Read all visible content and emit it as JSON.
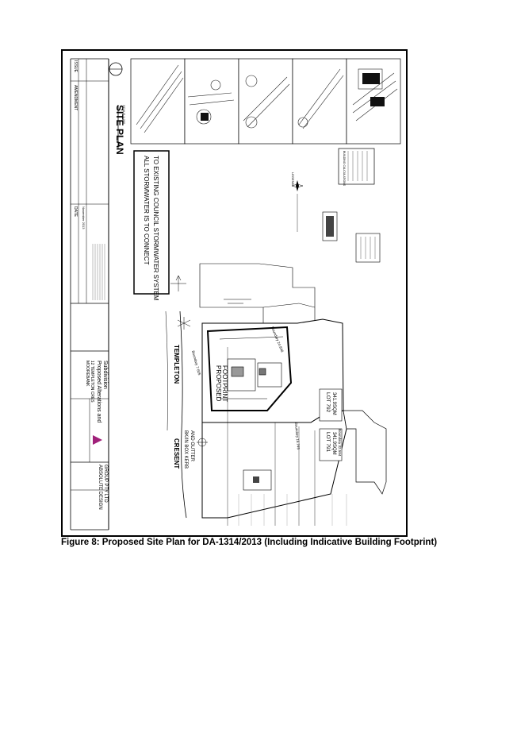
{
  "drawing": {
    "title": "SITE PLAN",
    "stormwater_note_1": "ALL STORMWATER IS TO CONNECT",
    "stormwater_note_2": "TO EXISTING COUNCIL STORMWATER SYSTEM",
    "street_1": "TEMPLETON",
    "street_2": "CRESENT",
    "lot_792": {
      "lot": "LOT 792",
      "area": "341.9SQM"
    },
    "lot_791": {
      "lot": "LOT 791",
      "area": "341.9SQM"
    },
    "proposed_label_1": "PROPOSED",
    "proposed_label_2": "FOOTPRINT",
    "legend_title": "LEGEND",
    "boundary_labels": [
      "Boundary 24.848",
      "Boundary 7.605",
      "Boundary 32.594",
      "Boundary 15.745"
    ],
    "kerb_note_1": "BK/IN BOX KERB",
    "kerb_note_2": "AND GUTTER",
    "company_1": "ABSOLUTE DESIGN",
    "company_2": "GROUP PTY LTD",
    "proposal_1": "Proposed Alterations and",
    "proposal_2": "Subdivision",
    "address_1": "12 TEMPLETON CRES",
    "address_2": "MOOREBANK",
    "table_headers": [
      "ISSUE",
      "AMENDMENT",
      "DATE"
    ],
    "date": "November 2013",
    "scale": "SCALE 1:200",
    "calc_title": "BUILDING CALCULATIONS"
  },
  "caption": "Figure 8: Proposed Site Plan for DA-1314/2013 (Including Indicative Building Footprint)"
}
